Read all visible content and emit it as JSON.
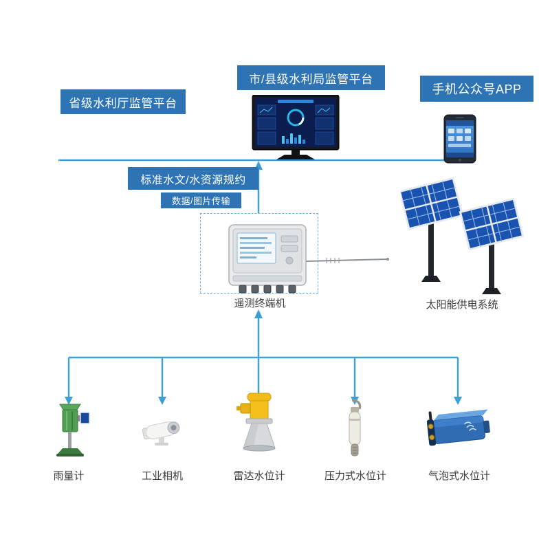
{
  "colors": {
    "box_blue": "#2e74b5",
    "line_blue": "#3e9ed6",
    "label_text": "#3c3c3c",
    "solar_panel_blue": "#1a52b0",
    "radar_yellow": "#f6c01c",
    "bubble_device_blue": "#2f6cb4"
  },
  "platforms": {
    "provincial": {
      "label": "省级水利厅监管平台"
    },
    "city_county": {
      "label": "市/县级水利局监管平台"
    },
    "mobile_app": {
      "label": "手机公众号APP"
    }
  },
  "links": {
    "protocol": "标准水文/水资源规约",
    "transmission": "数据/图片传输"
  },
  "rtu": {
    "label": "遥测终端机"
  },
  "solar": {
    "label": "太阳能供电系统"
  },
  "sensors": [
    {
      "label": "雨量计"
    },
    {
      "label": "工业相机"
    },
    {
      "label": "雷达水位计"
    },
    {
      "label": "压力式水位计"
    },
    {
      "label": "气泡式水位计"
    }
  ]
}
